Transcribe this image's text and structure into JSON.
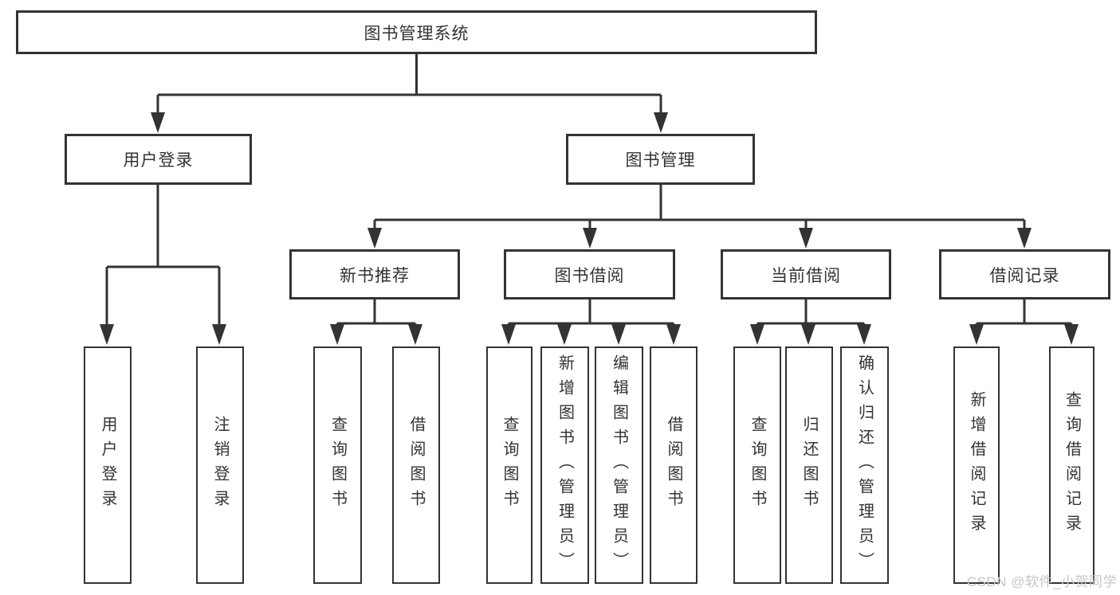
{
  "diagram": {
    "type": "tree",
    "title": "图书管理系统"
  },
  "colors": {
    "line": "#333333",
    "text": "#333333",
    "box_background": "#ffffff",
    "page_background": "#ffffff",
    "watermark": "#c6c6c6"
  },
  "nodes": {
    "root": {
      "label": "图书管理系统"
    },
    "level1": [
      {
        "label": "用户登录"
      },
      {
        "label": "图书管理"
      }
    ],
    "level2": [
      {
        "label": "新书推荐",
        "parent": "图书管理"
      },
      {
        "label": "图书借阅",
        "parent": "图书管理"
      },
      {
        "label": "当前借阅",
        "parent": "图书管理"
      },
      {
        "label": "借阅记录",
        "parent": "图书管理"
      }
    ],
    "leaves": [
      {
        "label": "用户登录",
        "parent": "用户登录"
      },
      {
        "label": "注销登录",
        "parent": "用户登录"
      },
      {
        "label": "查询图书",
        "parent": "新书推荐"
      },
      {
        "label": "借阅图书",
        "parent": "新书推荐"
      },
      {
        "label": "查询图书",
        "parent": "图书借阅"
      },
      {
        "label": "新增图书（管理员）",
        "parent": "图书借阅"
      },
      {
        "label": "编辑图书（管理员）",
        "parent": "图书借阅"
      },
      {
        "label": "借阅图书",
        "parent": "图书借阅"
      },
      {
        "label": "查询图书",
        "parent": "当前借阅"
      },
      {
        "label": "归还图书",
        "parent": "当前借阅"
      },
      {
        "label": "确认归还（管理员）",
        "parent": "当前借阅"
      },
      {
        "label": "新增借阅记录",
        "parent": "借阅记录"
      },
      {
        "label": "查询借阅记录",
        "parent": "借阅记录"
      }
    ]
  },
  "watermark": {
    "text": "CSDN @软件_小贺同学"
  }
}
